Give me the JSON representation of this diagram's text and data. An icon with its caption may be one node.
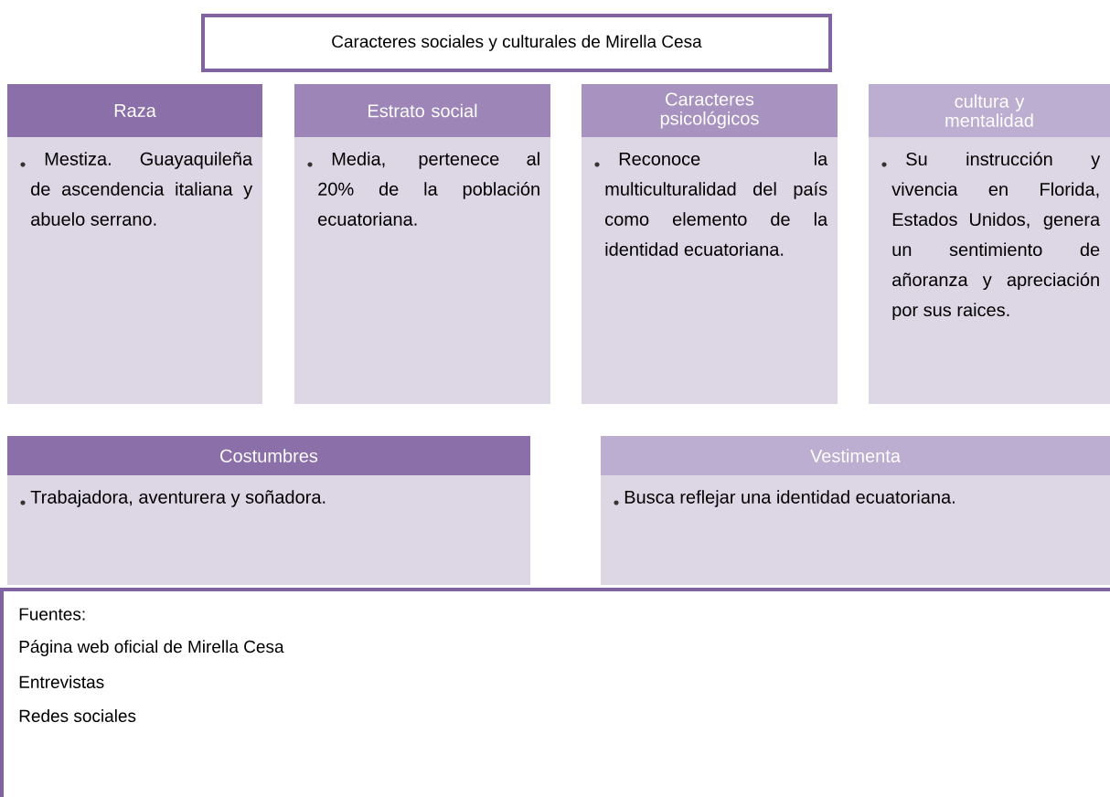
{
  "diagram": {
    "nodes": [
      {
        "text": [
          "Caracteres sociales y culturales de Mirella Cesa"
        ]
      },
      {
        "text": [
          "Raza",
          "Mestiza. Guayaquileña de ascendencia italiana y abuelo serrano."
        ]
      },
      {
        "text": [
          "Estrato social",
          "Media, pertenece al 20% de la población ecuatoriana."
        ]
      },
      {
        "text": [
          "Caracteres psicológicos",
          "Reconoce la multiculturalidad del país como elemento de la identidad ecuatoriana."
        ]
      },
      {
        "text": [
          "cultura y mentalidad",
          "Su instrucción y vivencia en Florida, Estados Unidos, genera un sentimiento de añoranza y apreciación por sus raices."
        ]
      },
      {
        "text": [
          "Costumbres",
          "Trabajadora, aventurera y soñadora."
        ]
      },
      {
        "text": [
          "Vestimenta",
          "Busca reflejar una identidad ecuatoriana."
        ]
      },
      {
        "text": [
          "Fuentes:",
          "Página web oficial de Mirella Cesa",
          "Entrevistas",
          "Redes sociales"
        ]
      }
    ]
  }
}
